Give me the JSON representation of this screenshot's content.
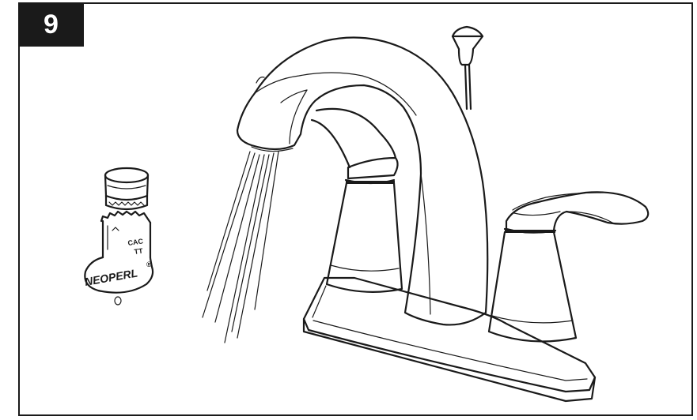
{
  "step": {
    "number": "9"
  },
  "key_tool": {
    "brand": "NEOPERL",
    "registered_mark": "®",
    "code_line1": "CAC",
    "code_line2": "TT"
  },
  "colors": {
    "ink": "#1a1a1a",
    "background": "#ffffff"
  }
}
